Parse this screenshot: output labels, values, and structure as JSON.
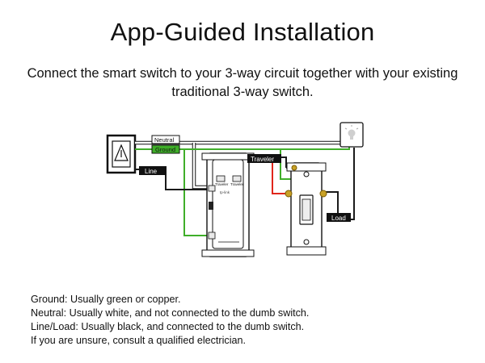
{
  "title": "App-Guided Installation",
  "subtitle": "Connect the smart switch to your 3-way circuit together with your existing traditional 3-way switch.",
  "diagram": {
    "labels": {
      "neutral": "Neutral",
      "ground": "Ground",
      "line": "Line",
      "traveler": "Traveler",
      "load": "Load",
      "terminal_traveler_1": "Traveler",
      "terminal_traveler_2": "Traveler",
      "brand": "tp-link"
    },
    "wire_colors": {
      "neutral": "#ffffff",
      "ground": "#3fae29",
      "line": "#1a1a1a",
      "traveler": "#e0261b",
      "terminal": "#c9a227"
    },
    "icons": [
      "breaker-panel-icon",
      "light-bulb-icon",
      "smart-switch-icon",
      "dumb-switch-icon"
    ]
  },
  "notes": [
    "Ground: Usually green or copper.",
    "Neutral: Usually white, and not connected to the dumb switch.",
    "Line/Load: Usually black, and connected to the dumb switch.",
    "If you are unsure, consult a qualified electrician."
  ]
}
